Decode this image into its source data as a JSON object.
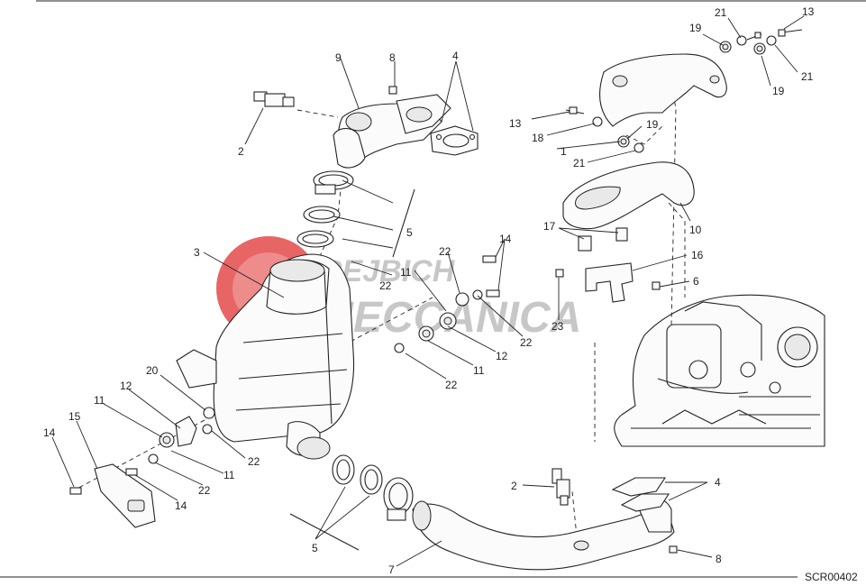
{
  "diagram": {
    "drawing_code": "SCR00402",
    "callouts": [
      {
        "id": "c-1",
        "label": "1"
      },
      {
        "id": "c-2a",
        "label": "2"
      },
      {
        "id": "c-2b",
        "label": "2"
      },
      {
        "id": "c-3",
        "label": "3"
      },
      {
        "id": "c-4a",
        "label": "4"
      },
      {
        "id": "c-4b",
        "label": "4"
      },
      {
        "id": "c-5a",
        "label": "5"
      },
      {
        "id": "c-5b",
        "label": "5"
      },
      {
        "id": "c-6",
        "label": "6"
      },
      {
        "id": "c-7",
        "label": "7"
      },
      {
        "id": "c-8a",
        "label": "8"
      },
      {
        "id": "c-8b",
        "label": "8"
      },
      {
        "id": "c-9",
        "label": "9"
      },
      {
        "id": "c-10",
        "label": "10"
      },
      {
        "id": "c-11a",
        "label": "11"
      },
      {
        "id": "c-11b",
        "label": "11"
      },
      {
        "id": "c-11c",
        "label": "11"
      },
      {
        "id": "c-11d",
        "label": "11"
      },
      {
        "id": "c-12a",
        "label": "12"
      },
      {
        "id": "c-12b",
        "label": "12"
      },
      {
        "id": "c-13a",
        "label": "13"
      },
      {
        "id": "c-13b",
        "label": "13"
      },
      {
        "id": "c-14a",
        "label": "14"
      },
      {
        "id": "c-14b",
        "label": "14"
      },
      {
        "id": "c-14c",
        "label": "14"
      },
      {
        "id": "c-15",
        "label": "15"
      },
      {
        "id": "c-16",
        "label": "16"
      },
      {
        "id": "c-17",
        "label": "17"
      },
      {
        "id": "c-18",
        "label": "18"
      },
      {
        "id": "c-19a",
        "label": "19"
      },
      {
        "id": "c-19b",
        "label": "19"
      },
      {
        "id": "c-19c",
        "label": "19"
      },
      {
        "id": "c-20",
        "label": "20"
      },
      {
        "id": "c-21a",
        "label": "21"
      },
      {
        "id": "c-21b",
        "label": "21"
      },
      {
        "id": "c-21c",
        "label": "21"
      },
      {
        "id": "c-22a",
        "label": "22"
      },
      {
        "id": "c-22b",
        "label": "22"
      },
      {
        "id": "c-22c",
        "label": "22"
      },
      {
        "id": "c-22d",
        "label": "22"
      },
      {
        "id": "c-22e",
        "label": "22"
      },
      {
        "id": "c-22f",
        "label": "22"
      },
      {
        "id": "c-23",
        "label": "23"
      }
    ]
  },
  "watermark": {
    "line1": "REJBICH",
    "line2": "MECCANICA",
    "accent_color": "#e03131",
    "text_color": "#9a9a9a"
  },
  "colors": {
    "line": "#222222",
    "background": "#ffffff"
  }
}
